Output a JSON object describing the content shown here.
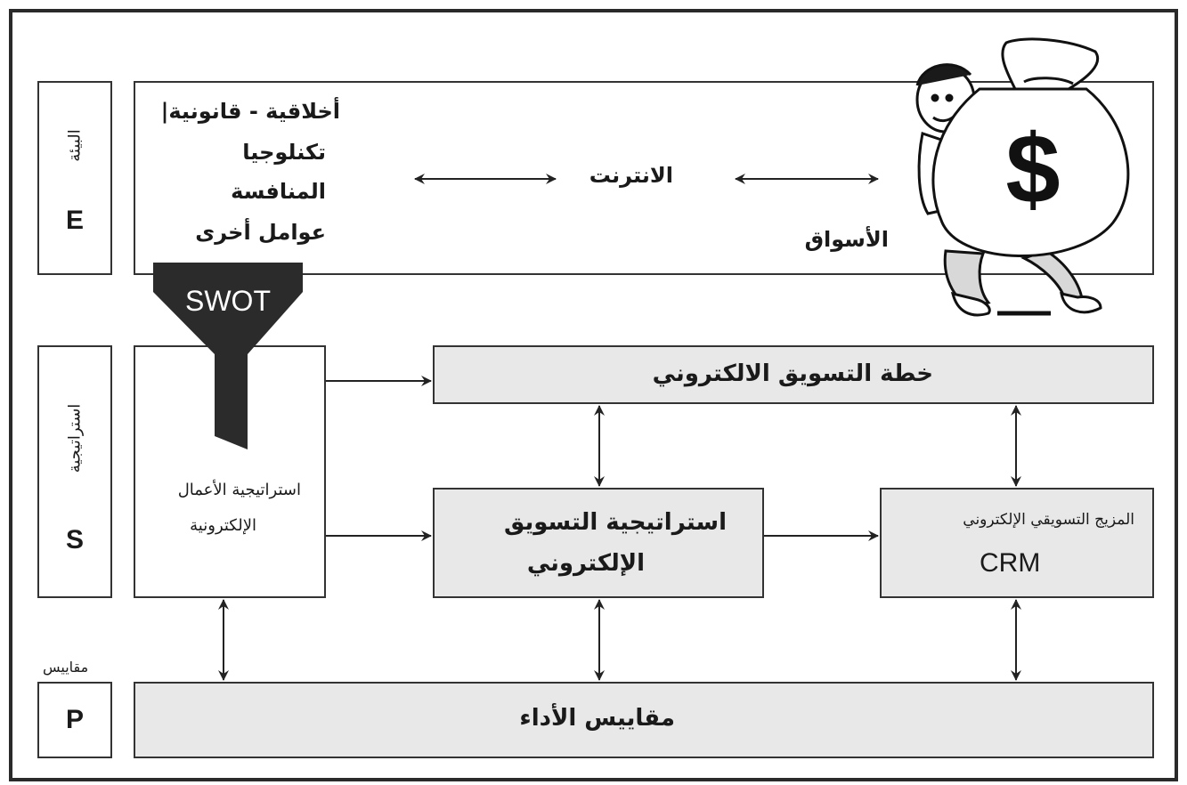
{
  "side_labels": {
    "environment_word": "البيئة",
    "environment_letter": "E",
    "strategy_word": "استراتيجية",
    "strategy_letter": "S",
    "performance_word": "مقاييس",
    "performance_letter": "P"
  },
  "environment": {
    "factors": [
      "أخلاقية - قانونية|",
      "تكنلوجيا",
      "المنافسة",
      "عوامل أخرى"
    ],
    "internet": "الانترنت",
    "markets": "الأسواق"
  },
  "swot": "SWOT",
  "business_strategy": [
    "استراتيجية الأعمال",
    "الإلكترونية"
  ],
  "emarketing_plan": "خطة التسويق الالكتروني",
  "emarketing_strategy": [
    "استراتيجية التسويق",
    "الإلكتروني"
  ],
  "emarketing_mix": {
    "title": "المزيج التسويقي الإلكتروني",
    "crm": "CRM"
  },
  "performance_metrics": "مقاييس الأداء",
  "colors": {
    "box_fill": "#e8e8e8",
    "stroke": "#333333",
    "funnel": "#2b2b2b"
  },
  "icons": {
    "mascot": "money-bag-man-icon"
  }
}
